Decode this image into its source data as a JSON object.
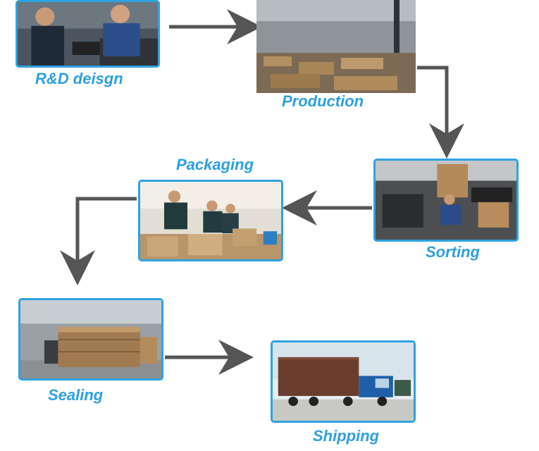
{
  "steps": {
    "rd": {
      "label": "R&D deisgn",
      "icon": "engineers-at-workbench-photo"
    },
    "production": {
      "label": "Production",
      "icon": "warehouse-production-floor-photo"
    },
    "sorting": {
      "label": "Sorting",
      "icon": "worker-sorting-parts-photo"
    },
    "packaging": {
      "label": "Packaging",
      "icon": "workers-packing-boxes-photo"
    },
    "sealing": {
      "label": "Sealing",
      "icon": "sealed-carton-stacks-photo"
    },
    "shipping": {
      "label": "Shipping",
      "icon": "container-truck-photo"
    }
  },
  "colors": {
    "frame": "#2fa2e0",
    "label": "#2d9fe0",
    "arrow": "#555555"
  }
}
